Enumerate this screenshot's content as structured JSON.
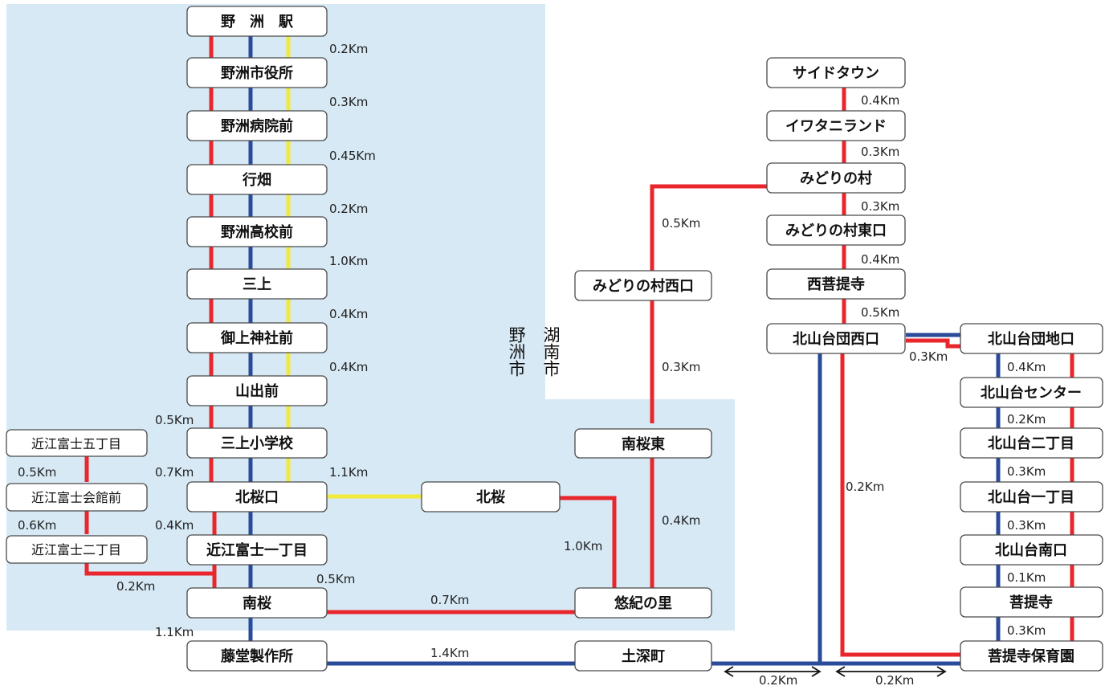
{
  "colors": {
    "red_route": "#e8262c",
    "blue_route": "#2a4a9a",
    "yellow_route": "#f2ea3a",
    "noshu_area": "#d6e9f5"
  },
  "areas": {
    "noshu": "野洲市",
    "konan": "湖南市"
  },
  "stops": {
    "noshu_eki": "野　洲　駅",
    "noshu_shiyakusho": "野洲市役所",
    "noshu_byoinmae": "野洲病院前",
    "gyobata": "行畑",
    "noshu_kokomae": "野洲高校前",
    "mikami": "三上",
    "mikami_jinjamae": "御上神社前",
    "yamadetemae": "山出前",
    "mikami_shogakko": "三上小学校",
    "kitazakuraguchi": "北桜口",
    "kitazakura": "北桜",
    "ohmifuji_1chome": "近江富士一丁目",
    "minamizakura": "南桜",
    "todo_seisakusho": "藤堂製作所",
    "ohmifuji_5chome": "近江富士五丁目",
    "ohmifuji_kaikanmae": "近江富士会館前",
    "ohmifuji_2chome": "近江富士二丁目",
    "yukinosato": "悠紀の里",
    "minamizakura_higashi": "南桜東",
    "midorinomura_nishiguchi": "みどりの村西口",
    "hijikatacho": "土深町",
    "side_town": "サイドタウン",
    "iwatani_land": "イワタニランド",
    "midorinomura": "みどりの村",
    "midorinomura_higashiguchi": "みどりの村東口",
    "nishi_bodaiji": "西菩提寺",
    "kitayamadai_danchi_nishiguchi": "北山台団西口",
    "kitayamadai_danchiguchi": "北山台団地口",
    "kitayamadai_center": "北山台センター",
    "kitayamadai_2chome": "北山台二丁目",
    "kitayamadai_1chome": "北山台一丁目",
    "kitayamadai_minamiguchi": "北山台南口",
    "bodaiji": "菩提寺",
    "bodaiji_hoikuen": "菩提寺保育園"
  },
  "distances": {
    "d01": "0.2Km",
    "d02": "0.3Km",
    "d03": "0.45Km",
    "d04": "0.2Km",
    "d05": "1.0Km",
    "d06": "0.4Km",
    "d07": "0.4Km",
    "d08": "0.5Km",
    "d09": "0.7Km",
    "d10": "1.1Km",
    "d11": "0.4Km",
    "d12": "0.5Km",
    "d13": "1.1Km",
    "d14": "0.5Km",
    "d15": "0.6Km",
    "d16": "0.2Km",
    "d17": "0.7Km",
    "d18": "1.4Km",
    "d19": "1.0Km",
    "d20": "0.4Km",
    "d21": "0.3Km",
    "d22": "0.5Km",
    "d23": "0.4Km",
    "d24": "0.3Km",
    "d25": "0.3Km",
    "d26": "0.4Km",
    "d27": "0.5Km",
    "d28": "0.3Km",
    "d29": "0.4Km",
    "d30": "0.2Km",
    "d31": "0.3Km",
    "d32": "0.3Km",
    "d33": "0.1Km",
    "d34": "0.3Km",
    "d35": "0.2Km",
    "d36": "0.2Km",
    "d37": "0.2Km"
  }
}
